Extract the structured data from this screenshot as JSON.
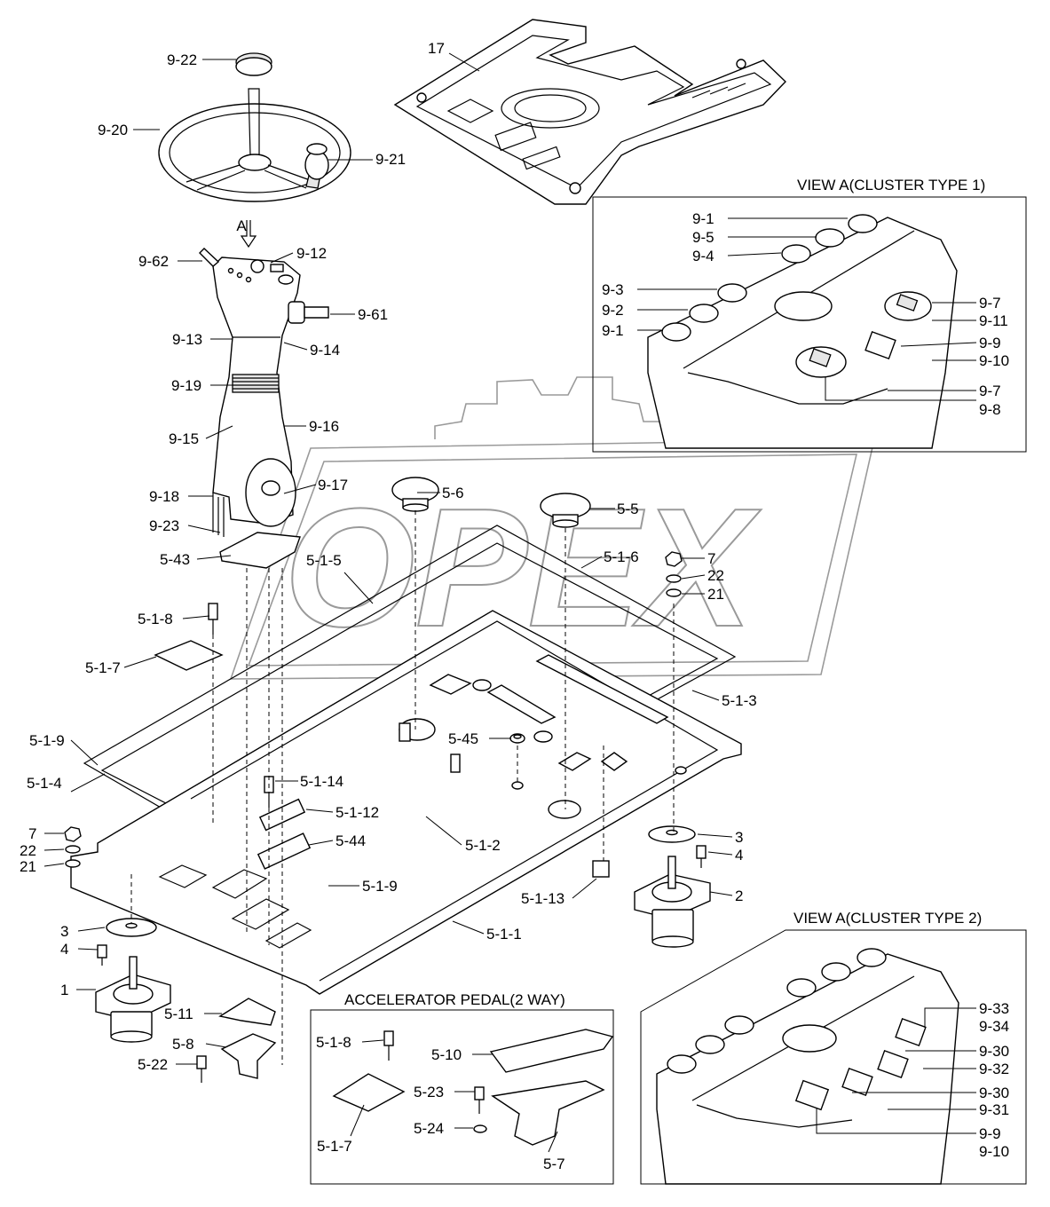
{
  "titles": {
    "cluster1": "VIEW A(CLUSTER TYPE 1)",
    "cluster2": "VIEW A(CLUSTER TYPE 2)",
    "pedal": "ACCELERATOR PEDAL(2 WAY)"
  },
  "watermark": {
    "text": "OPEX",
    "color": "#9a9a9a"
  },
  "callouts": [
    {
      "id": "c01",
      "text": "9-22"
    },
    {
      "id": "c02",
      "text": "9-20"
    },
    {
      "id": "c03",
      "text": "9-21"
    },
    {
      "id": "c04",
      "text": "17"
    },
    {
      "id": "c05",
      "text": "A"
    },
    {
      "id": "c06",
      "text": "9-62"
    },
    {
      "id": "c07",
      "text": "9-12"
    },
    {
      "id": "c08",
      "text": "9-61"
    },
    {
      "id": "c09",
      "text": "9-13"
    },
    {
      "id": "c10",
      "text": "9-14"
    },
    {
      "id": "c11",
      "text": "9-19"
    },
    {
      "id": "c12",
      "text": "9-15"
    },
    {
      "id": "c13",
      "text": "9-16"
    },
    {
      "id": "c14",
      "text": "9-18"
    },
    {
      "id": "c15",
      "text": "9-17"
    },
    {
      "id": "c16",
      "text": "9-23"
    },
    {
      "id": "c17",
      "text": "5-43"
    },
    {
      "id": "c18",
      "text": "5-6"
    },
    {
      "id": "c19",
      "text": "5-5"
    },
    {
      "id": "c20",
      "text": "5-1-5"
    },
    {
      "id": "c21",
      "text": "5-1-6"
    },
    {
      "id": "c22",
      "text": "7"
    },
    {
      "id": "c23",
      "text": "22"
    },
    {
      "id": "c24",
      "text": "21"
    },
    {
      "id": "c25",
      "text": "5-1-8"
    },
    {
      "id": "c26",
      "text": "5-1-7"
    },
    {
      "id": "c27",
      "text": "5-1-3"
    },
    {
      "id": "c28",
      "text": "5-1-9"
    },
    {
      "id": "c29",
      "text": "5-45"
    },
    {
      "id": "c30",
      "text": "5-1-4"
    },
    {
      "id": "c31",
      "text": "5-1-14"
    },
    {
      "id": "c32",
      "text": "5-1-12"
    },
    {
      "id": "c33",
      "text": "5-44"
    },
    {
      "id": "c34",
      "text": "5-1-2"
    },
    {
      "id": "c35",
      "text": "7"
    },
    {
      "id": "c36",
      "text": "22"
    },
    {
      "id": "c37",
      "text": "21"
    },
    {
      "id": "c38",
      "text": "5-1-9"
    },
    {
      "id": "c39",
      "text": "3"
    },
    {
      "id": "c40",
      "text": "4"
    },
    {
      "id": "c41",
      "text": "5-1-13"
    },
    {
      "id": "c42",
      "text": "2"
    },
    {
      "id": "c43",
      "text": "5-1-1"
    },
    {
      "id": "c44",
      "text": "3"
    },
    {
      "id": "c45",
      "text": "4"
    },
    {
      "id": "c46",
      "text": "1"
    },
    {
      "id": "c47",
      "text": "5-11"
    },
    {
      "id": "c48",
      "text": "5-8"
    },
    {
      "id": "c49",
      "text": "5-22"
    },
    {
      "id": "c50",
      "text": "5-1-8"
    },
    {
      "id": "c51",
      "text": "5-10"
    },
    {
      "id": "c52",
      "text": "5-23"
    },
    {
      "id": "c53",
      "text": "5-24"
    },
    {
      "id": "c54",
      "text": "5-1-7"
    },
    {
      "id": "c55",
      "text": "5-7"
    },
    {
      "id": "c56",
      "text": "9-1"
    },
    {
      "id": "c57",
      "text": "9-5"
    },
    {
      "id": "c58",
      "text": "9-4"
    },
    {
      "id": "c59",
      "text": "9-3"
    },
    {
      "id": "c60",
      "text": "9-2"
    },
    {
      "id": "c61",
      "text": "9-1"
    },
    {
      "id": "c62",
      "text": "9-7"
    },
    {
      "id": "c63",
      "text": "9-11"
    },
    {
      "id": "c64",
      "text": "9-9"
    },
    {
      "id": "c65",
      "text": "9-10"
    },
    {
      "id": "c66",
      "text": "9-7"
    },
    {
      "id": "c67",
      "text": "9-8"
    },
    {
      "id": "c68",
      "text": "9-33"
    },
    {
      "id": "c69",
      "text": "9-34"
    },
    {
      "id": "c70",
      "text": "9-30"
    },
    {
      "id": "c71",
      "text": "9-32"
    },
    {
      "id": "c72",
      "text": "9-30"
    },
    {
      "id": "c73",
      "text": "9-31"
    },
    {
      "id": "c74",
      "text": "9-9"
    },
    {
      "id": "c75",
      "text": "9-10"
    }
  ]
}
